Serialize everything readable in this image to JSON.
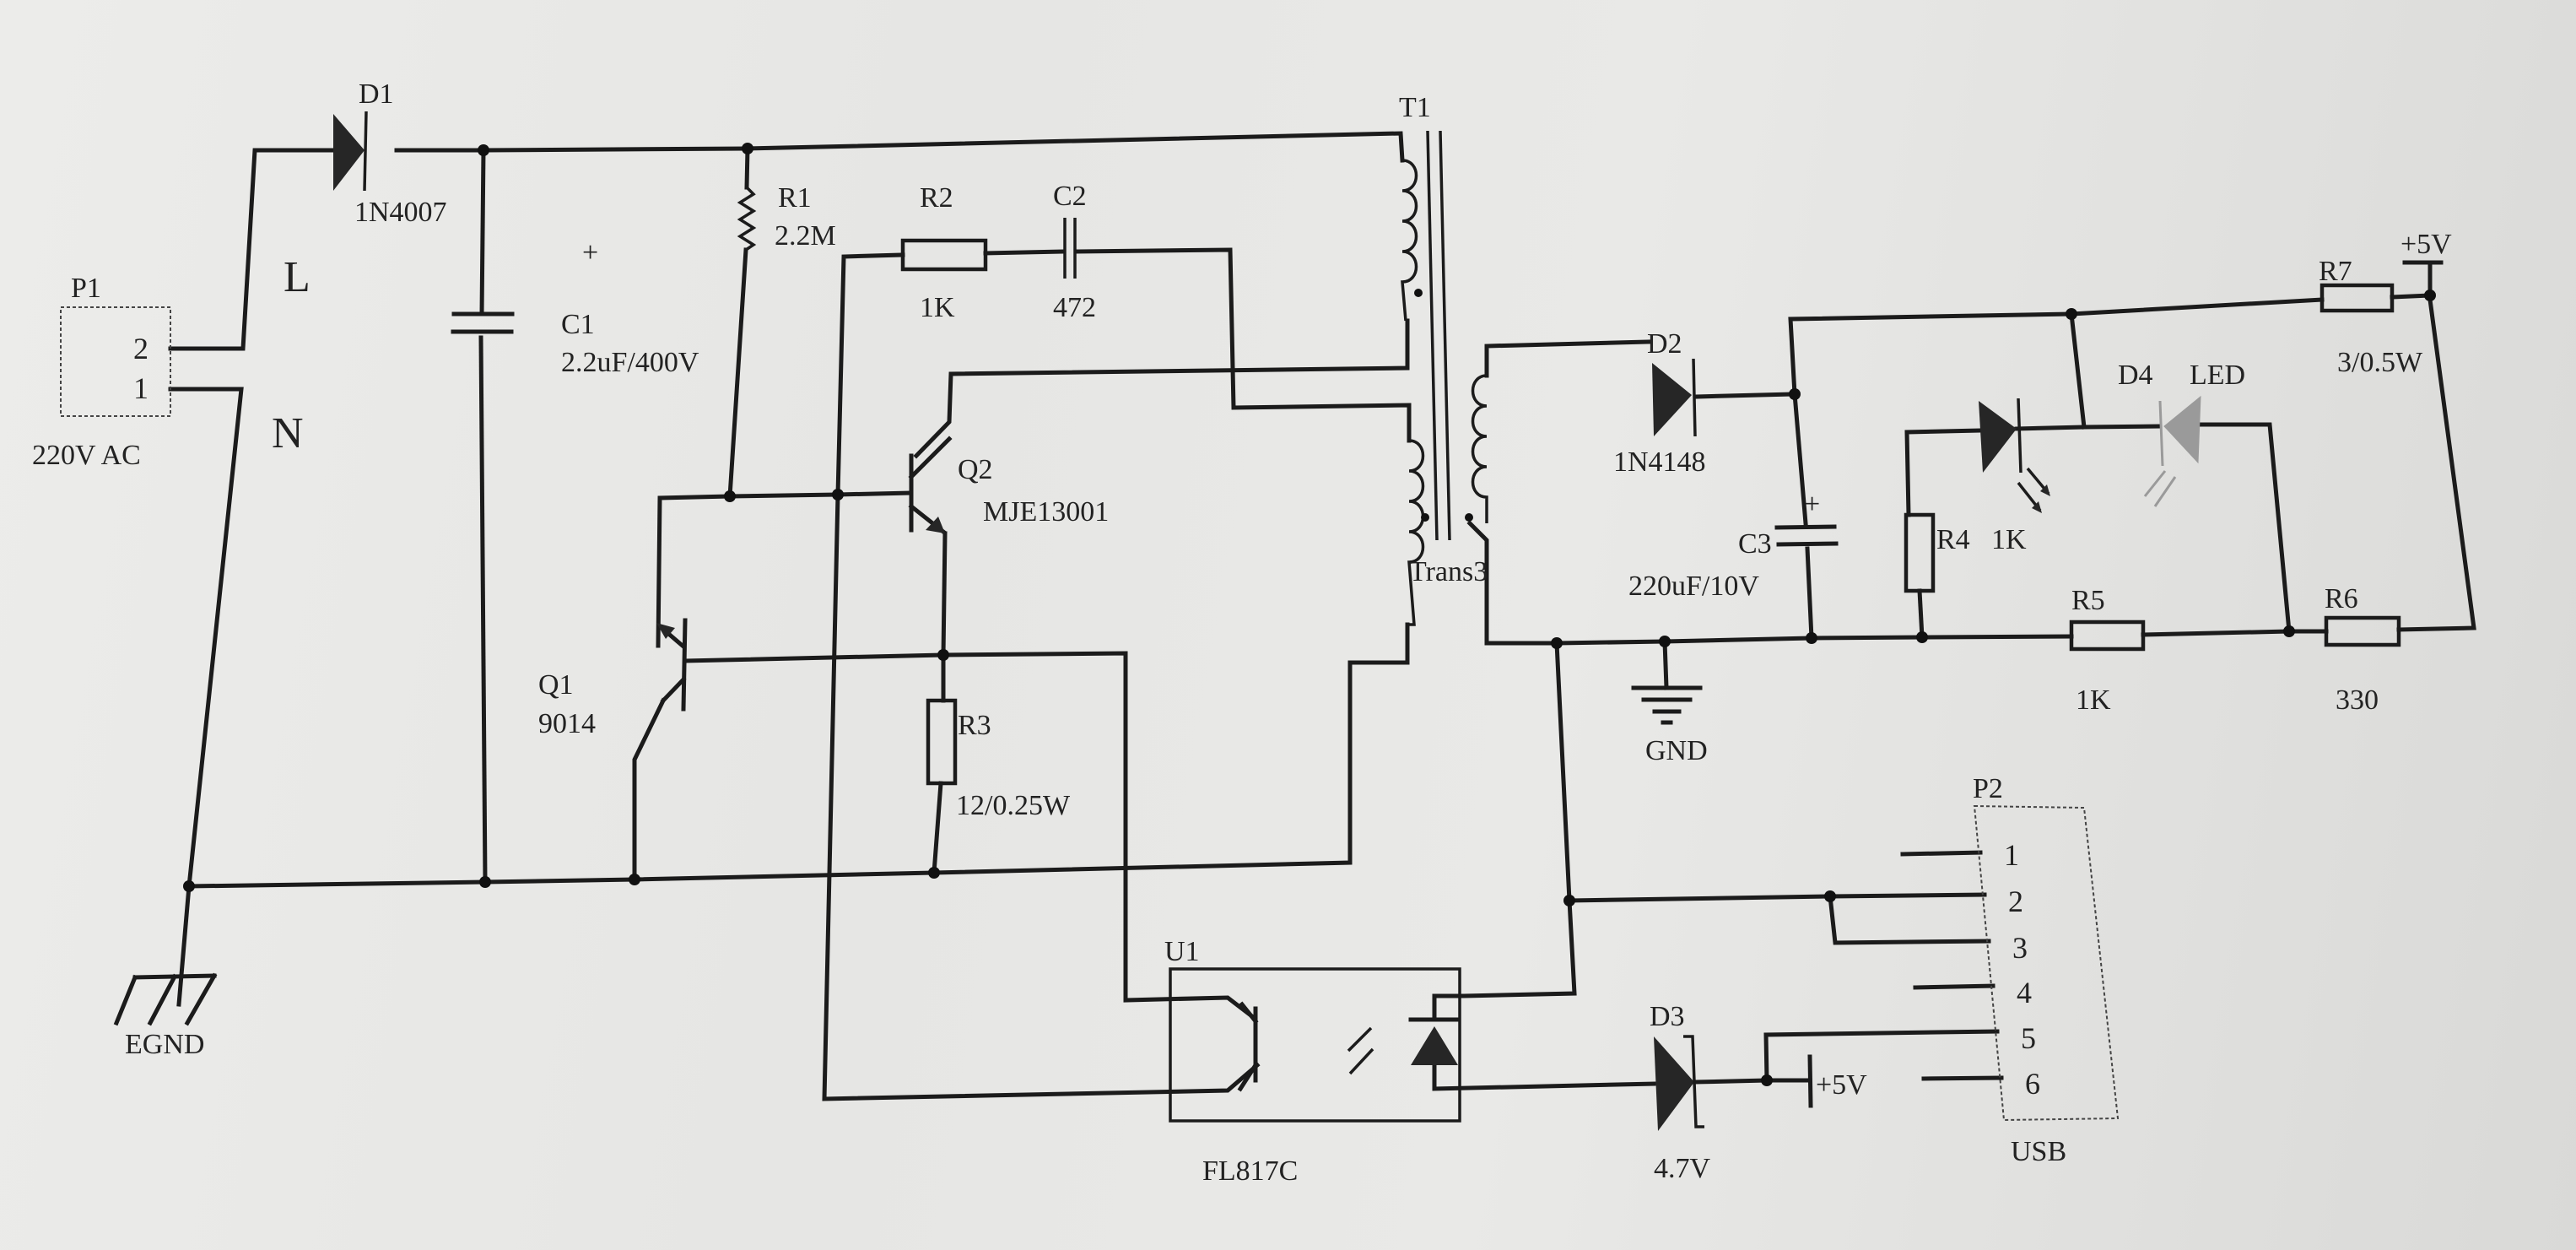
{
  "title": "USB charger circuit schematic",
  "components": {
    "P1": {
      "ref": "P1",
      "value": "220V AC",
      "pins": [
        "2",
        "1"
      ]
    },
    "line_label": "L",
    "neutral_label": "N",
    "earth": {
      "label": "EGND"
    },
    "D1": {
      "ref": "D1",
      "value": "1N4007"
    },
    "C1": {
      "ref": "C1",
      "value": "2.2uF/400V",
      "polarity": "+"
    },
    "R1": {
      "ref": "R1",
      "value": "2.2M"
    },
    "R2": {
      "ref": "R2",
      "value": "1K"
    },
    "C2": {
      "ref": "C2",
      "value": "472"
    },
    "Q1": {
      "ref": "Q1",
      "value": "9014"
    },
    "Q2": {
      "ref": "Q2",
      "value": "MJE13001"
    },
    "R3": {
      "ref": "R3",
      "value": "12/0.25W"
    },
    "T1": {
      "ref": "T1",
      "value": "Trans3"
    },
    "D2": {
      "ref": "D2",
      "value": "1N4148"
    },
    "C3": {
      "ref": "C3",
      "value": "220uF/10V",
      "polarity": "+"
    },
    "GND": {
      "label": "GND"
    },
    "R4": {
      "ref": "R4",
      "value": "1K"
    },
    "D4": {
      "ref": "D4",
      "value": "LED"
    },
    "R5": {
      "ref": "R5",
      "value": "1K"
    },
    "R6": {
      "ref": "R6",
      "value": "330"
    },
    "R7": {
      "ref": "R7",
      "value": "3/0.5W"
    },
    "vcc_top": {
      "label": "+5V"
    },
    "U1": {
      "ref": "U1",
      "value": "FL817C"
    },
    "D3": {
      "ref": "D3",
      "value": "4.7V"
    },
    "vcc_bottom": {
      "label": "+5V"
    },
    "P2": {
      "ref": "P2",
      "value": "USB",
      "pins": [
        "1",
        "2",
        "3",
        "4",
        "5",
        "6"
      ]
    }
  }
}
